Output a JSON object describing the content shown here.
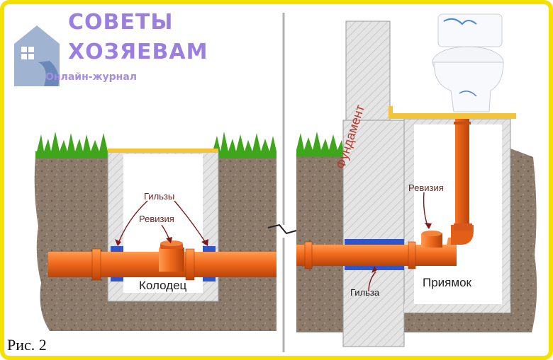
{
  "logo": {
    "line1": "СОВЕТЫ",
    "line2": "ХОЗЯЕВАМ",
    "subtitle": "Онлайн-журнал",
    "icon": "house-icon",
    "color": "#9b7fe0"
  },
  "figure_caption": "Рис. 2",
  "left_scene": {
    "labels": {
      "sleeves": "Гильзы",
      "revision": "Ревизия",
      "well": "Колодец"
    }
  },
  "right_scene": {
    "labels": {
      "foundation": "Фундамент",
      "revision": "Ревизия",
      "sleeve": "Гильза",
      "pit": "Приямок"
    }
  },
  "colors": {
    "frame": "#f5e000",
    "soil": "#8a7766",
    "grass": "#3fa51a",
    "pipe": "#f06a1c",
    "concrete": "#dcdcdc",
    "sleeve": "#2f55c9",
    "board": "#f2c43a",
    "label": "#6b1f1f"
  }
}
